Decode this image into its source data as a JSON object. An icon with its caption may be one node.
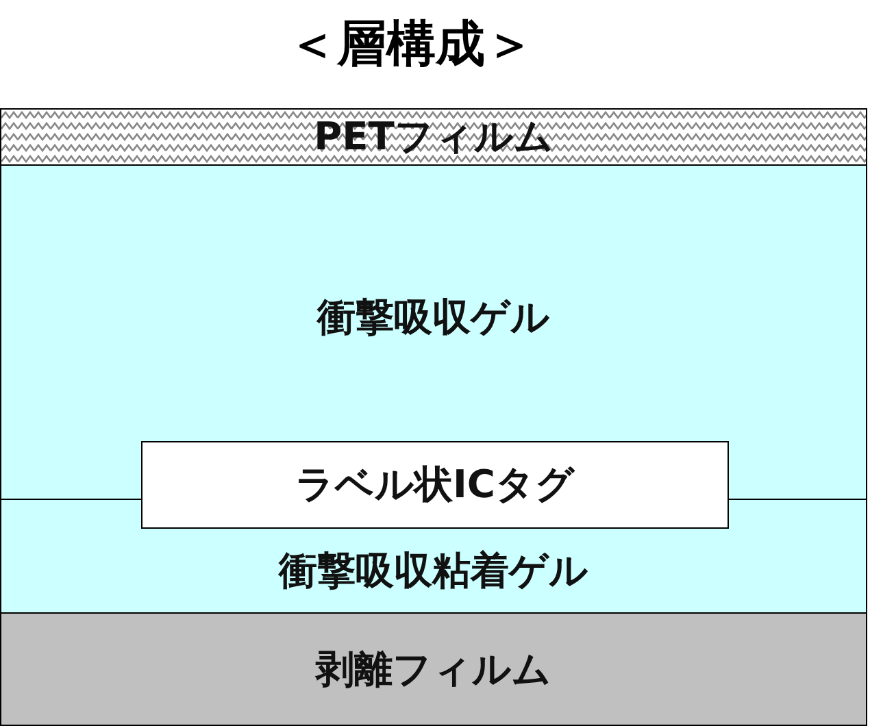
{
  "diagram": {
    "title": "＜層構成＞",
    "nodes": [
      {
        "text": [
          "PETフィルム"
        ]
      },
      {
        "text": [
          "衝撃吸収ゲル"
        ]
      },
      {
        "text": [
          "ラベル状ICタグ"
        ]
      },
      {
        "text": [
          "衝撃吸収粘着ゲル"
        ]
      },
      {
        "text": [
          "剥離フィルム"
        ]
      }
    ],
    "edges": []
  }
}
